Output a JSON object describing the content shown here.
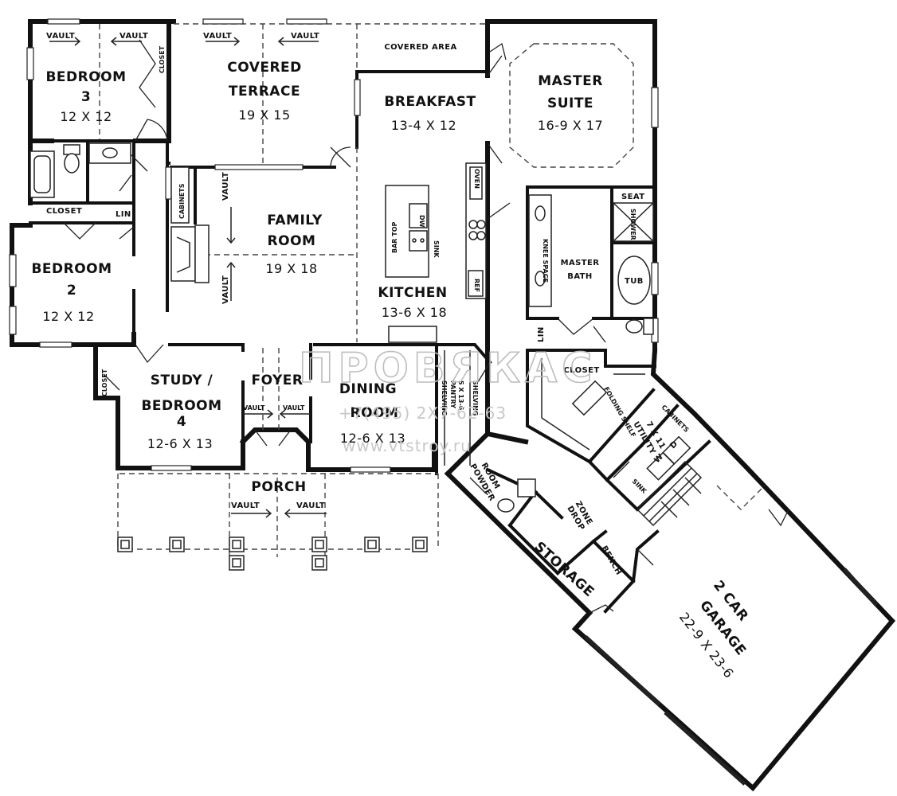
{
  "rooms": {
    "bedroom3": {
      "name1": "BEDROOM",
      "name2": "3",
      "dim": "12 X 12"
    },
    "terrace": {
      "name1": "COVERED",
      "name2": "TERRACE",
      "dim": "19 X 15"
    },
    "covered_area": "COVERED AREA",
    "breakfast": {
      "name": "BREAKFAST",
      "dim": "13-4 X 12"
    },
    "master_suite": {
      "name1": "MASTER",
      "name2": "SUITE",
      "dim": "16-9 X 17"
    },
    "family": {
      "name1": "FAMILY",
      "name2": "ROOM",
      "dim": "19 X 18"
    },
    "bedroom2": {
      "name1": "BEDROOM",
      "name2": "2",
      "dim": "12 X 12"
    },
    "kitchen": {
      "name": "KITCHEN",
      "dim": "13-6 X 18"
    },
    "master_bath": {
      "name1": "MASTER",
      "name2": "BATH"
    },
    "study": {
      "name1": "STUDY /",
      "name2": "BEDROOM",
      "name3": "4",
      "dim": "12-6 X 13"
    },
    "foyer": "FOYER",
    "dining": {
      "name1": "DINING",
      "name2": "ROOM",
      "dim": "12-6 X 13"
    },
    "porch": "PORCH",
    "master_closet": "CLOSET",
    "pantry": {
      "name": "PANTRY",
      "dim": "5 X 13-6"
    },
    "utility": {
      "name": "UTILITY",
      "dim": "7 X 11"
    },
    "powder": {
      "name1": "POWDER",
      "name2": "ROOM"
    },
    "drop_zone": {
      "name1": "DROP",
      "name2": "ZONE"
    },
    "bench": "BENCH",
    "storage": "STORAGE",
    "garage": {
      "name1": "2  CAR",
      "name2": "GARAGE",
      "dim": "22-9 X 23-6"
    }
  },
  "labels": {
    "vault": "VAULT",
    "closet": "CLOSET",
    "lin": "LIN",
    "cabinets": "CABINETS",
    "bar_top": "BAR TOP",
    "dw": "DW",
    "sink": "SINK",
    "oven": "OVEN",
    "ref": "REF",
    "tub": "TUB",
    "seat": "SEAT",
    "shower": "SHOWER",
    "knee_space": "KNEE SPACE",
    "shelving": "SHELVING",
    "folding_shelf": "FOLDING SHELF",
    "w": "W",
    "d": "D"
  },
  "watermark": {
    "brand": "ПРОВЯКАС",
    "phone": "+7(495) 2X7-62-63",
    "site": "www.vtstroy.ru"
  },
  "colors": {
    "line": "#111111",
    "watermark": "#bdbdbd"
  }
}
